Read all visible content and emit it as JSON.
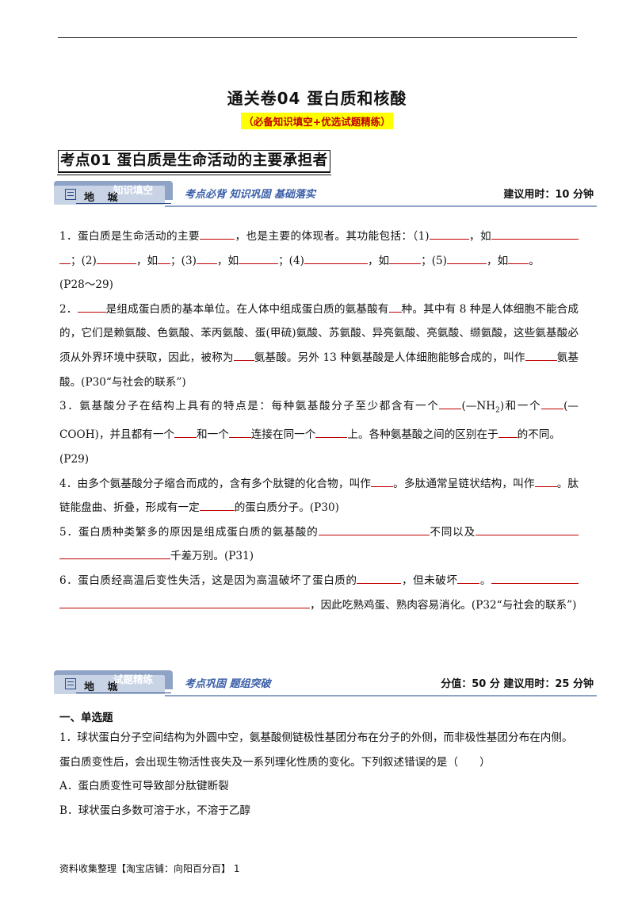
{
  "doc": {
    "title": "通关卷04  蛋白质和核酸",
    "subtitle": "（必备知识填空+优选试题精练）",
    "section1_title": "考点01   蛋白质是生命活动的主要承担者",
    "footer": "资料收集整理【淘宝店铺：向阳百分百】    1"
  },
  "banner1": {
    "dicheng": "地 城",
    "tab_label": "知识填空",
    "slogan": "考点必背  知识巩固  基础落实",
    "right": "建议用时：10 分钟"
  },
  "banner2": {
    "dicheng": "地 城",
    "tab_label": "试题精练",
    "slogan": "考点巩固  题组突破",
    "right": "分值：50 分    建议用时：25 分钟"
  },
  "fill": {
    "q1_a": "1．蛋白质是生命活动的主要",
    "q1_b": "，也是主要的体现者。其功能包括：（1)",
    "q1_c": "，如",
    "q1_d": "；(2)",
    "q1_e": "，如",
    "q1_f": "；(3)",
    "q1_g": "，如",
    "q1_h": "；(4)",
    "q1_i": "，如",
    "q1_j": "；(5)",
    "q1_k": "，如",
    "q1_l": "。",
    "q1_ref": "(P28～29)",
    "q2_a": "2．",
    "q2_b": "是组成蛋白质的基本单位。在人体中组成蛋白质的氨基酸有",
    "q2_c": "种。其中有 8 种是人体细胞不能合成的，它们是赖氨酸、色氨酸、苯丙氨酸、蛋(甲硫)氨酸、苏氨酸、异亮氨酸、亮氨酸、缬氨酸，这些氨基酸必须从外界环境中获取，因此，被称为",
    "q2_d": "氨基酸。另外 13 种氨基酸是人体细胞能够合成的，叫作",
    "q2_e": "氨基酸。(P30“与社会的联系”)",
    "q3_a": "3．氨基酸分子在结构上具有的特点是：每种氨基酸分子至少都含有一个",
    "q3_b": "(—NH",
    "q3_b2": "2",
    "q3_b3": ")和一个",
    "q3_c": "(—COOH)，并且都有一个",
    "q3_d": "和一个",
    "q3_e": "连接在同一个",
    "q3_f": "上。各种氨基酸之间的区别在于",
    "q3_g": "的不同。",
    "q3_ref": "(P29)",
    "q4_a": "4．由多个氨基酸分子缩合而成的，含有多个肽键的化合物，叫作",
    "q4_b": "。多肽通常呈链状结构，叫作",
    "q4_c": "。肽链能盘曲、折叠，形成有一定",
    "q4_d": "的蛋白质分子。(P30)",
    "q5_a": "5．蛋白质种类繁多的原因是组成蛋白质的氨基酸的",
    "q5_b": "不同以及",
    "q5_c": "千差万别。(P31)",
    "q6_a": "6．蛋白质经高温后变性失活，这是因为高温破坏了蛋白质的",
    "q6_b": "，但未破坏",
    "q6_c": "。",
    "q6_d": "，因此吃熟鸡蛋、熟肉容易消化。(P32“与社会的联系”)"
  },
  "mcq": {
    "heading": "一、单选题",
    "q1": "1．球状蛋白分子空间结构为外圆中空，氨基酸侧链极性基团分布在分子的外侧，而非极性基团分布在内侧。蛋白质变性后，会出现生物活性丧失及一系列理化性质的变化。下列叙述错误的是（　　）",
    "optA": "A．蛋白质变性可导致部分肽键断裂",
    "optB": "B．球状蛋白多数可溶于水，不溶于乙醇"
  }
}
